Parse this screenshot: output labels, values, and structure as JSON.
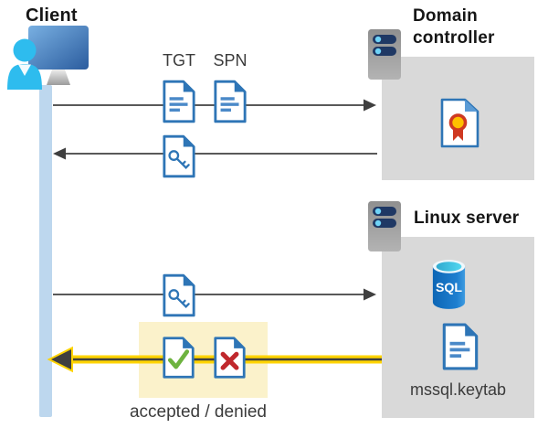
{
  "diagram": {
    "description": "Kerberos authentication flow between a client, a domain controller and a Linux server",
    "client": {
      "label": "Client",
      "icon": "client-user-monitor-icon"
    },
    "domain_controller": {
      "label": "Domain controller",
      "icon": "server-icon",
      "contents": [
        {
          "icon": "certificate-document-icon"
        }
      ]
    },
    "linux_server": {
      "label": "Linux server",
      "icon": "server-icon",
      "contents": [
        {
          "icon": "sql-database-icon",
          "label": "SQL"
        },
        {
          "icon": "document-icon",
          "label": "mssql.keytab"
        }
      ]
    },
    "labels": {
      "tgt": "TGT",
      "spn": "SPN",
      "sql": "SQL",
      "keytab": "mssql.keytab",
      "result": "accepted / denied"
    },
    "flows": [
      {
        "from": "client",
        "to": "domain_controller",
        "items": [
          "TGT",
          "SPN"
        ],
        "icon": "document-icon"
      },
      {
        "from": "domain_controller",
        "to": "client",
        "icon": "key-ticket-document-icon"
      },
      {
        "from": "client",
        "to": "linux_server",
        "icon": "key-ticket-document-icon"
      },
      {
        "from": "linux_server",
        "to": "client",
        "icons": [
          "accepted-check-document-icon",
          "denied-x-document-icon"
        ],
        "label": "accepted / denied",
        "style": "gold-highlight-arrow"
      }
    ],
    "colors": {
      "doc_border": "#2E75B6",
      "doc_lines": "#4A89C8",
      "box_gray": "#D9D9D9",
      "lifeline_blue": "#BDD7EE",
      "server_navy": "#1F3864",
      "server_dot_blue": "#6FD3F7",
      "person_cyan": "#2EBCEE",
      "monitor_blue_light": "#79B0E2",
      "monitor_blue_dark": "#2B5C9E",
      "arrow_gray": "#595959",
      "arrowhead_dark": "#3F3F3F",
      "gold": "#FFD400",
      "highlight_yellow": "#FBF2CB",
      "check_green": "#6DB33F",
      "x_red": "#C0282D",
      "cert_red": "#CF3921",
      "cert_yellow": "#FFC000",
      "sql_blue": "#1173C5",
      "sql_cyan": "#3FC4E0",
      "text_dark": "#3B3B3B"
    }
  }
}
